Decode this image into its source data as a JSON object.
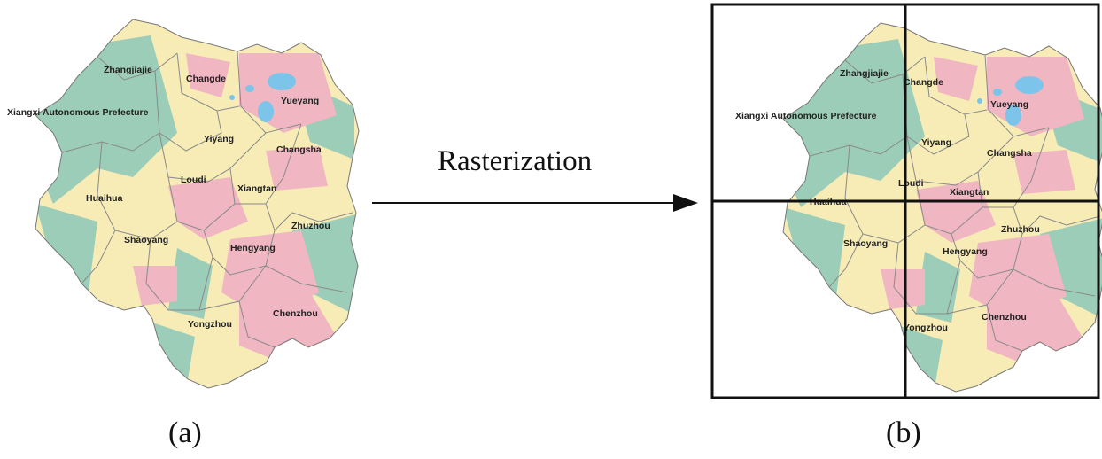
{
  "process_label": "Rasterization",
  "captions": {
    "a": "(a)",
    "b": "(b)"
  },
  "places": [
    "Zhangjiajie",
    "Changde",
    "Yueyang",
    "Xiangxi Autonomous Prefecture",
    "Yiyang",
    "Changsha",
    "Loudi",
    "Xiangtan",
    "Huaihua",
    "Zhuzhou",
    "Shaoyang",
    "Hengyang",
    "Yongzhou",
    "Chenzhou"
  ],
  "raster_grid": {
    "rows": 2,
    "cols": 2
  },
  "colors": {
    "green": "#9ccdb8",
    "yellow": "#f7ecb6",
    "pink": "#f0b7c2",
    "water": "#7cc4ea",
    "border": "#7d7d7d",
    "grid": "#111111"
  }
}
